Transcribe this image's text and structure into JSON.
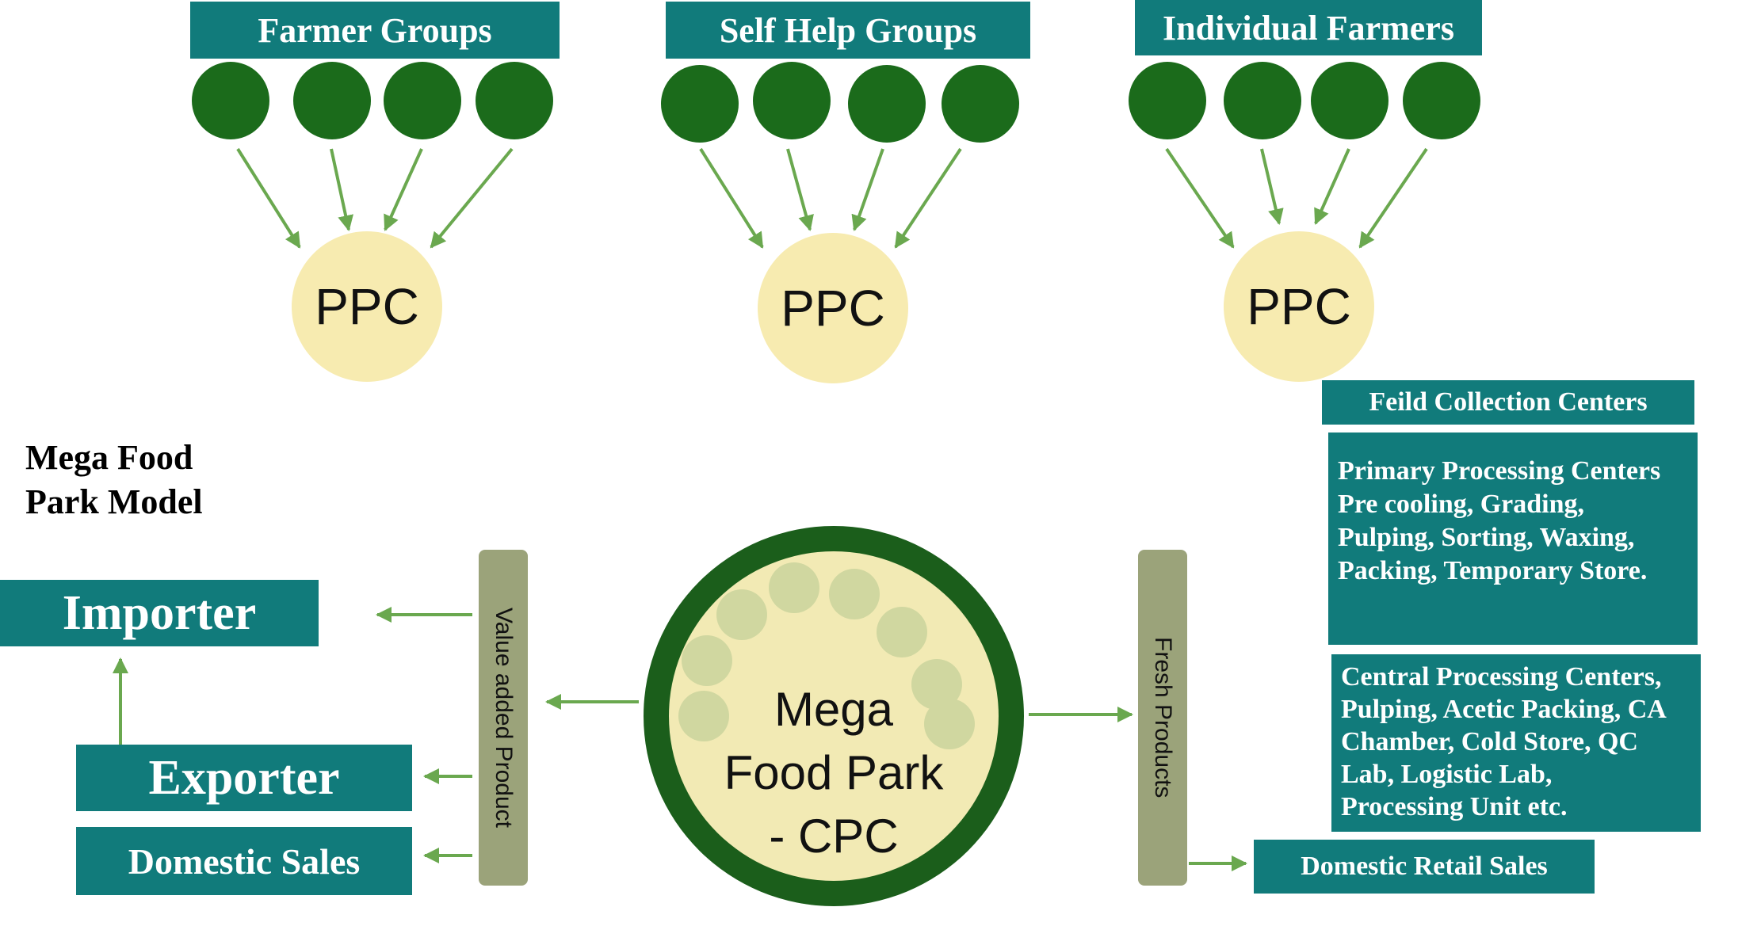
{
  "diagram": {
    "title_lines": [
      "Mega Food",
      "Park Model"
    ],
    "source_groups": [
      "Farmer Groups",
      "Self Help Groups",
      "Individual Farmers"
    ],
    "ppc_label": "PPC",
    "center_lines": [
      "Mega",
      "Food Park",
      "- CPC"
    ],
    "left_bar_label": "Value added Product",
    "right_bar_label": "Fresh Products",
    "left_boxes": {
      "importer": "Importer",
      "exporter": "Exporter",
      "domestic_sales": "Domestic Sales"
    },
    "right_boxes": {
      "field_collection": "Feild Collection Centers",
      "primary_processing_lines": [
        "Primary Processing Centers",
        "Pre cooling, Grading,",
        "Pulping, Sorting, Waxing,",
        "Packing, Temporary Store."
      ],
      "central_processing_lines": [
        "Central Processing Centers,",
        "Pulping, Acetic Packing, CA",
        "Chamber, Cold Store, QC",
        "Lab, Logistic Lab,",
        "Processing Unit etc."
      ],
      "domestic_retail": "Domestic Retail Sales"
    },
    "colors": {
      "box_fill": "#117b7b",
      "member_dot": "#1b6b1b",
      "ppc_fill": "#f7ebb0",
      "arrow": "#6aa84f",
      "bar_fill": "#9ba37a",
      "cpc_ring": "#1b5e1b"
    }
  }
}
